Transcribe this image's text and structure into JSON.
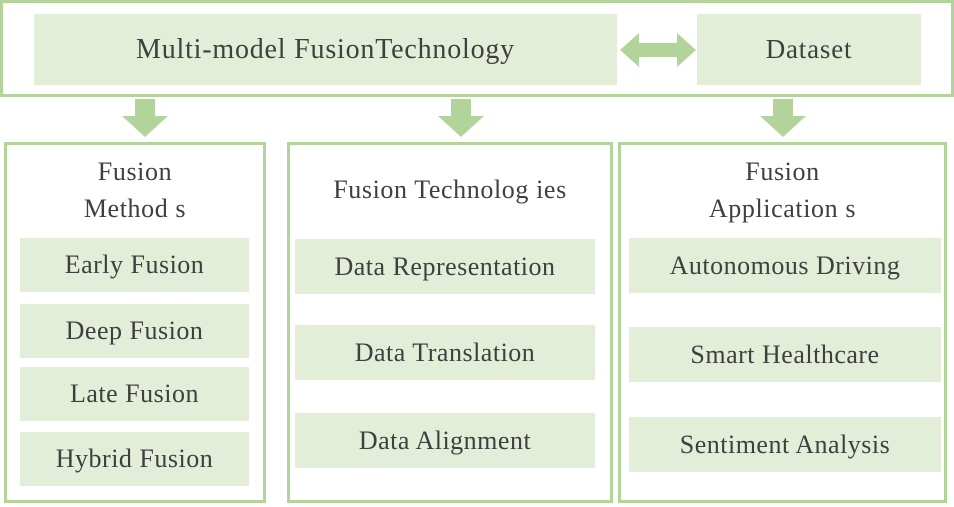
{
  "colors": {
    "box_fill": "#e3eed8",
    "accent_green": "#b2d49a",
    "text": "#3f3f3f"
  },
  "icons": {
    "double_arrow": "left-right-arrow",
    "down_arrow": "down-arrow"
  },
  "top_panel": {
    "title": "Multi-model FusionTechnology",
    "dataset": "Dataset"
  },
  "columns": [
    {
      "header_line1": "Fusion",
      "header_line2": "Method s",
      "items": [
        "Early Fusion",
        "Deep Fusion",
        "Late Fusion",
        "Hybrid Fusion"
      ]
    },
    {
      "header_line1": "Fusion Technolog ies",
      "items": [
        "Data Representation",
        "Data Translation",
        "Data Alignment"
      ]
    },
    {
      "header_line1": "Fusion",
      "header_line2": "Application s",
      "items": [
        "Autonomous Driving",
        "Smart Healthcare",
        "Sentiment Analysis"
      ]
    }
  ]
}
